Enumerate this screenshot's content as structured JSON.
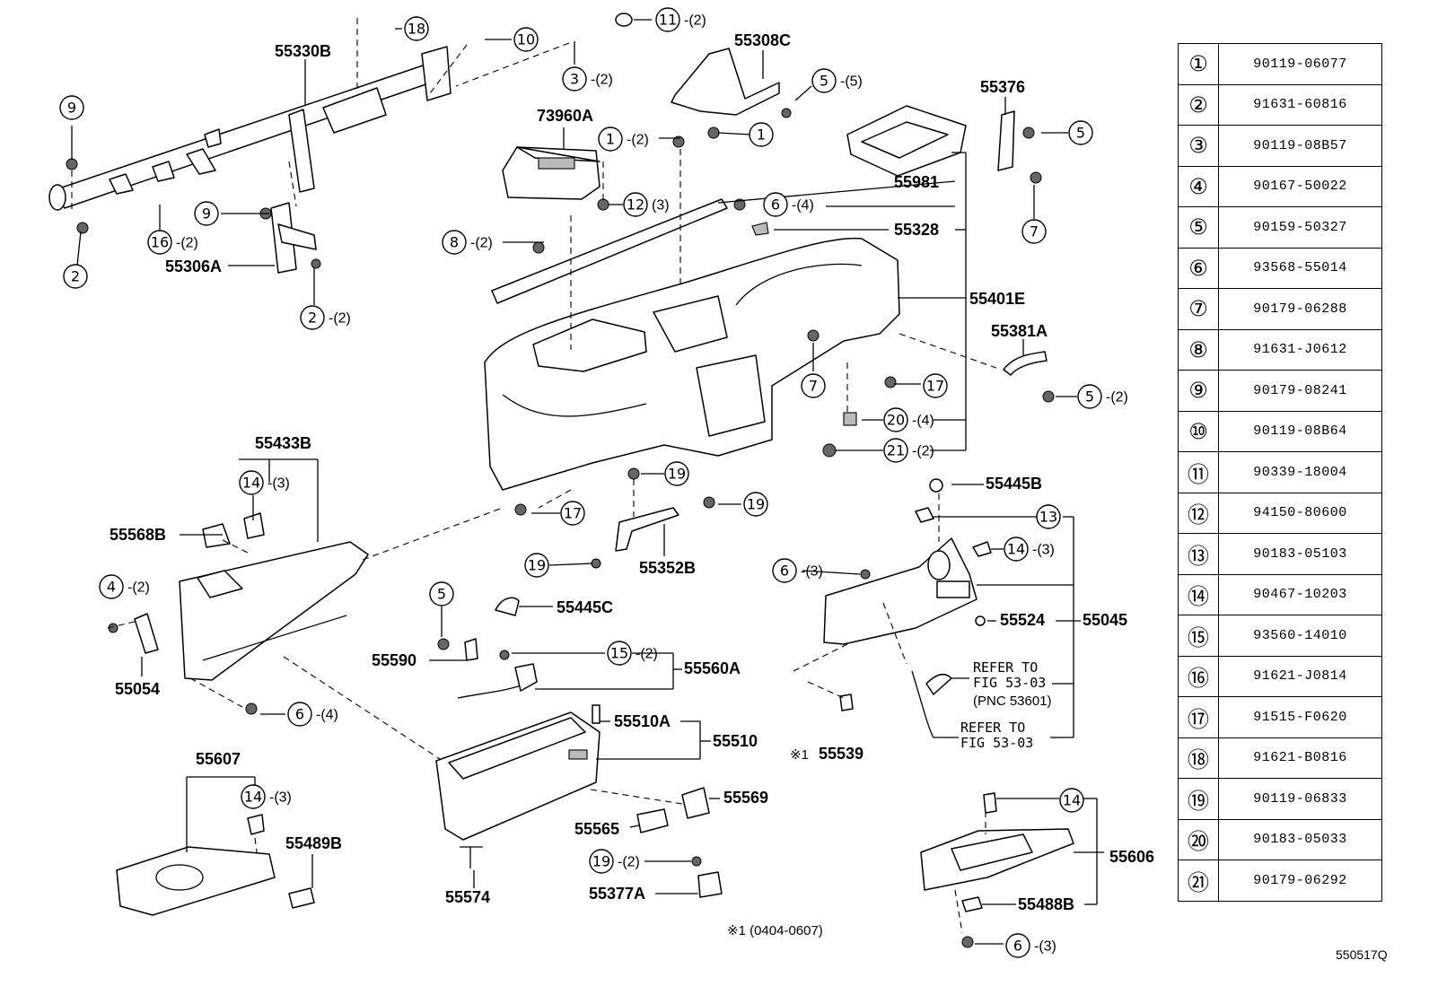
{
  "figure_code": "550517Q",
  "footnote": "※1 (0404-0607)",
  "callouts": [
    {
      "n": "18",
      "qty": ""
    },
    {
      "n": "10",
      "qty": ""
    },
    {
      "n": "11",
      "qty": "-(2)"
    },
    {
      "n": "3",
      "qty": "-(2)"
    },
    {
      "n": "5",
      "qty": "-(5)"
    },
    {
      "n": "1",
      "qty": "-(2)"
    },
    {
      "n": "1",
      "qty": ""
    },
    {
      "n": "9",
      "qty": ""
    },
    {
      "n": "9",
      "qty": ""
    },
    {
      "n": "2",
      "qty": ""
    },
    {
      "n": "16",
      "qty": "-(2)"
    },
    {
      "n": "2",
      "qty": "-(2)"
    },
    {
      "n": "12",
      "qty": "(3)"
    },
    {
      "n": "8",
      "qty": "-(2)"
    },
    {
      "n": "6",
      "qty": "-(4)"
    },
    {
      "n": "5",
      "qty": ""
    },
    {
      "n": "7",
      "qty": ""
    },
    {
      "n": "7",
      "qty": ""
    },
    {
      "n": "17",
      "qty": ""
    },
    {
      "n": "20",
      "qty": "-(4)"
    },
    {
      "n": "21",
      "qty": "-(2)"
    },
    {
      "n": "5",
      "qty": "-(2)"
    },
    {
      "n": "14",
      "qty": "-(3)"
    },
    {
      "n": "4",
      "qty": "-(2)"
    },
    {
      "n": "17",
      "qty": ""
    },
    {
      "n": "19",
      "qty": ""
    },
    {
      "n": "19",
      "qty": ""
    },
    {
      "n": "19",
      "qty": ""
    },
    {
      "n": "6",
      "qty": "-(4)"
    },
    {
      "n": "5",
      "qty": ""
    },
    {
      "n": "15",
      "qty": "-(2)"
    },
    {
      "n": "13",
      "qty": ""
    },
    {
      "n": "14",
      "qty": "-(3)"
    },
    {
      "n": "6",
      "qty": "-(3)"
    },
    {
      "n": "14",
      "qty": "-(3)"
    },
    {
      "n": "19",
      "qty": "-(2)"
    },
    {
      "n": "14",
      "qty": ""
    },
    {
      "n": "6",
      "qty": "-(3)"
    }
  ],
  "part_labels": [
    "55330B",
    "55308C",
    "73960A",
    "55376",
    "55981",
    "55328",
    "55306A",
    "55401E",
    "55381A",
    "55433B",
    "55568B",
    "55352B",
    "55445B",
    "55054",
    "55445C",
    "55590",
    "55560A",
    "55524",
    "55045",
    "55510A",
    "55510",
    "55607",
    "55489B",
    "55565",
    "55569",
    "55539",
    "55574",
    "55377A",
    "55606",
    "55488B"
  ],
  "refer_notes": {
    "a_line1": "REFER TO",
    "a_line2": "FIG 53-03",
    "a_line3": "(PNC 53601)",
    "b_line1": "REFER TO",
    "b_line2": "FIG 53-03",
    "mark": "※1"
  },
  "ref_table": [
    {
      "n": "①",
      "p": "90119-06077"
    },
    {
      "n": "②",
      "p": "91631-60816"
    },
    {
      "n": "③",
      "p": "90119-08B57"
    },
    {
      "n": "④",
      "p": "90167-50022"
    },
    {
      "n": "⑤",
      "p": "90159-50327"
    },
    {
      "n": "⑥",
      "p": "93568-55014"
    },
    {
      "n": "⑦",
      "p": "90179-06288"
    },
    {
      "n": "⑧",
      "p": "91631-J0612"
    },
    {
      "n": "⑨",
      "p": "90179-08241"
    },
    {
      "n": "⑩",
      "p": "90119-08B64"
    },
    {
      "n": "⑪",
      "p": "90339-18004"
    },
    {
      "n": "⑫",
      "p": "94150-80600"
    },
    {
      "n": "⑬",
      "p": "90183-05103"
    },
    {
      "n": "⑭",
      "p": "90467-10203"
    },
    {
      "n": "⑮",
      "p": "93560-14010"
    },
    {
      "n": "⑯",
      "p": "91621-J0814"
    },
    {
      "n": "⑰",
      "p": "91515-F0620"
    },
    {
      "n": "⑱",
      "p": "91621-B0816"
    },
    {
      "n": "⑲",
      "p": "90119-06833"
    },
    {
      "n": "⑳",
      "p": "90183-05033"
    },
    {
      "n": "㉑",
      "p": "90179-06292"
    }
  ]
}
